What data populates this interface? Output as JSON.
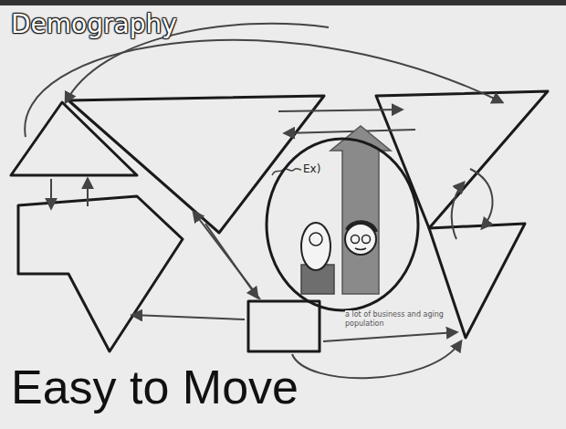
{
  "diagram": {
    "title": "Demography",
    "caption": "Easy to Move",
    "nodes": [
      {
        "text": [
          "Ex)"
        ]
      }
    ],
    "labels": [
      "a lot of business and aging population"
    ]
  }
}
